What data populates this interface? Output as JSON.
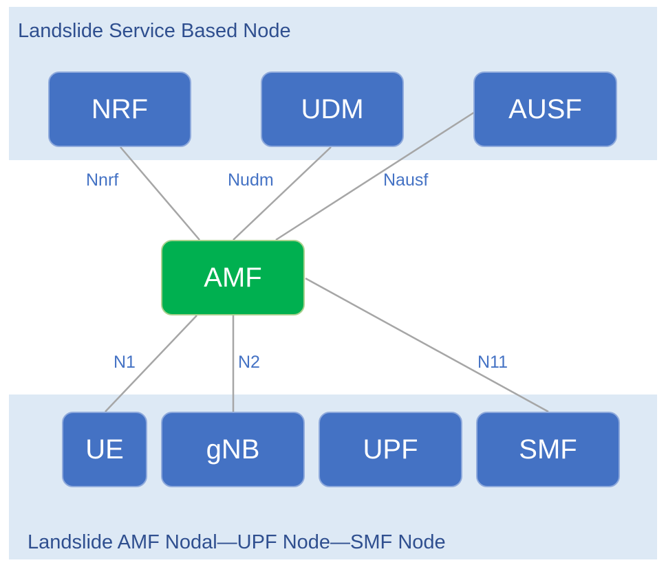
{
  "panels": {
    "top_title": "Landslide Service Based Node",
    "bottom_title": "Landslide AMF Nodal—UPF Node—SMF Node"
  },
  "nodes": {
    "nrf": "NRF",
    "udm": "UDM",
    "ausf": "AUSF",
    "amf": "AMF",
    "ue": "UE",
    "gnb": "gNB",
    "upf": "UPF",
    "smf": "SMF"
  },
  "interfaces": {
    "nnrf": "Nnrf",
    "nudm": "Nudm",
    "nausf": "Nausf",
    "n1": "N1",
    "n2": "N2",
    "n11": "N11"
  },
  "colors": {
    "panel": "#dde9f5",
    "node_blue": "#4472c4",
    "node_green": "#00b050",
    "link": "#a6a6a6",
    "label": "#4472c4"
  }
}
